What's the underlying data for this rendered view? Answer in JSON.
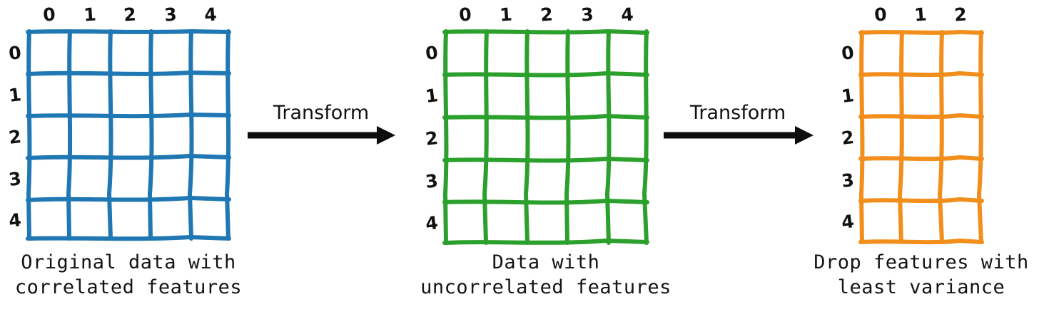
{
  "figure": {
    "type": "diagram",
    "title": "PCA transform illustration",
    "background": "#ffffff"
  },
  "colors": {
    "blue": "#1f77b4",
    "green": "#2ca02c",
    "orange": "#f28e1c",
    "ink": "#111111"
  },
  "panels": [
    {
      "id": "original",
      "color_key": "blue",
      "color": "#1f77b4",
      "rows": 5,
      "cols": 5,
      "col_labels": [
        "0",
        "1",
        "2",
        "3",
        "4"
      ],
      "row_labels": [
        "0",
        "1",
        "2",
        "3",
        "4"
      ],
      "caption": "Original data with\ncorrelated features"
    },
    {
      "id": "uncorrelated",
      "color_key": "green",
      "color": "#2ca02c",
      "rows": 5,
      "cols": 5,
      "col_labels": [
        "0",
        "1",
        "2",
        "3",
        "4"
      ],
      "row_labels": [
        "0",
        "1",
        "2",
        "3",
        "4"
      ],
      "caption": "Data with\nuncorrelated features"
    },
    {
      "id": "reduced",
      "color_key": "orange",
      "color": "#f28e1c",
      "rows": 5,
      "cols": 3,
      "col_labels": [
        "0",
        "1",
        "2"
      ],
      "row_labels": [
        "0",
        "1",
        "2",
        "3",
        "4"
      ],
      "caption": "Drop features with\nleast variance"
    }
  ],
  "arrows": [
    {
      "id": "arrow-1",
      "label": "Transform"
    },
    {
      "id": "arrow-2",
      "label": "Transform"
    }
  ]
}
